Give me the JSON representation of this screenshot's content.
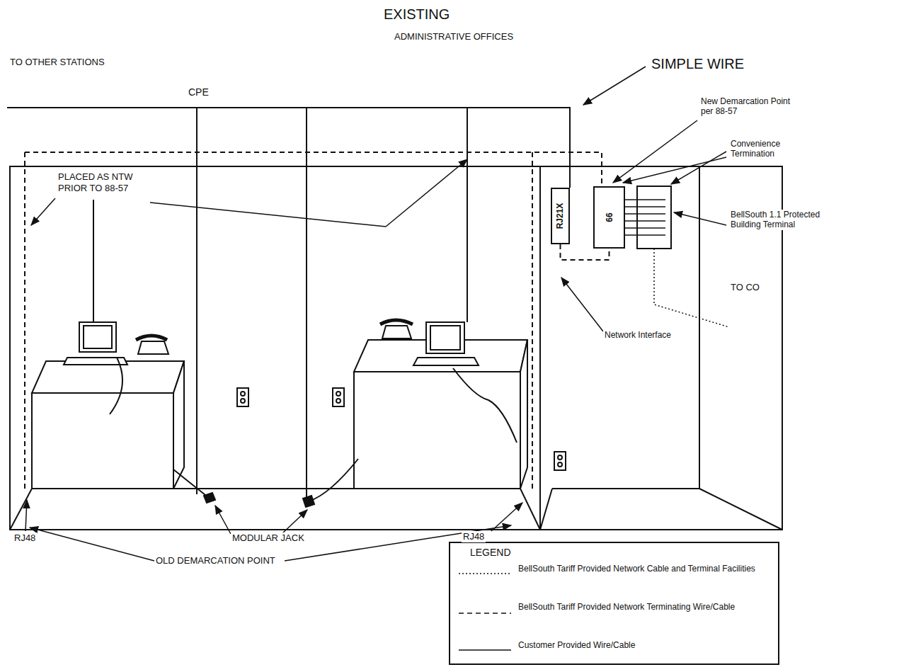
{
  "diagram": {
    "title": "EXISTING",
    "nodes": [
      {
        "text": [
          "RJ21X"
        ]
      },
      {
        "text": [
          "66"
        ]
      }
    ],
    "edges": [
      {
        "from": 0,
        "to": 1,
        "arrow": "none"
      }
    ],
    "labels": [
      "ADMINISTRATIVE OFFICES",
      "TO OTHER STATIONS",
      "CPE",
      "SIMPLE WIRE",
      "New Demarcation Point per 88-57",
      "PLACED AS NTW PRIOR TO 88-57",
      "Convenience Termination",
      "BellSouth 1.1 Protected Building Terminal",
      "TO CO",
      "Network Interface",
      "RJ48",
      "MODULAR JACK",
      "RJ48",
      "OLD DEMARCATION POINT",
      "LEGEND"
    ],
    "legend": [
      {
        "text": "BellSouth Tariff Provided Network Cable and Terminal Facilities"
      },
      {
        "text": "BellSouth Tariff Provided Network Terminating Wire/Cable"
      },
      {
        "text": "Customer Provided Wire/Cable"
      }
    ]
  }
}
